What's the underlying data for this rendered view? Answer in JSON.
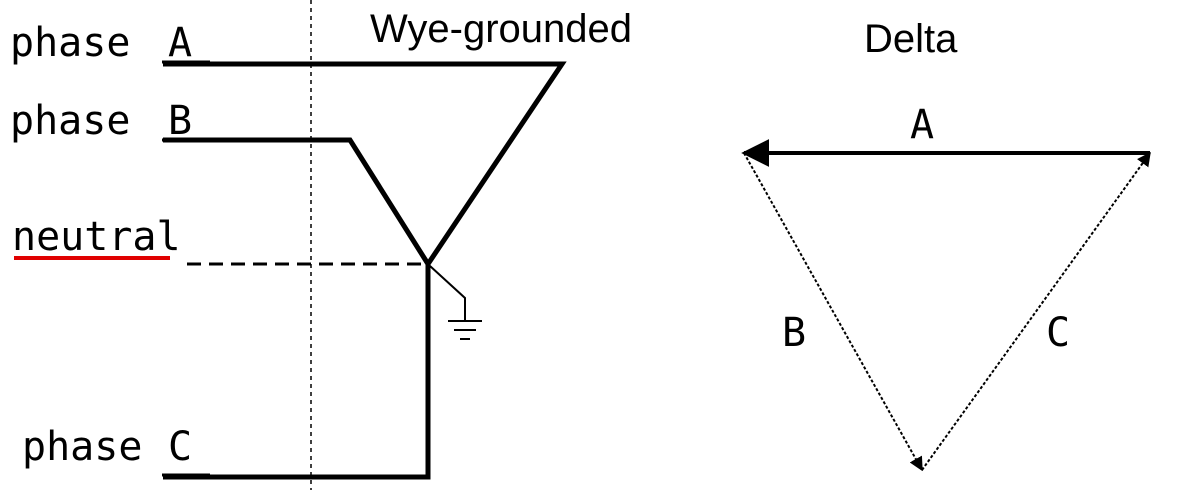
{
  "diagram": {
    "wye_title": "Wye-grounded",
    "delta_title": "Delta",
    "wye_labels": {
      "phase_a_prefix": "phase",
      "phase_a_letter": "A",
      "phase_b_prefix": "phase",
      "phase_b_letter": "B",
      "neutral": "neutral",
      "phase_c_prefix": "phase",
      "phase_c_letter": "C"
    },
    "delta_labels": {
      "a": "A",
      "b": "B",
      "c": "C"
    },
    "colors": {
      "line": "#000000",
      "neutral_underline": "#e00000"
    }
  }
}
